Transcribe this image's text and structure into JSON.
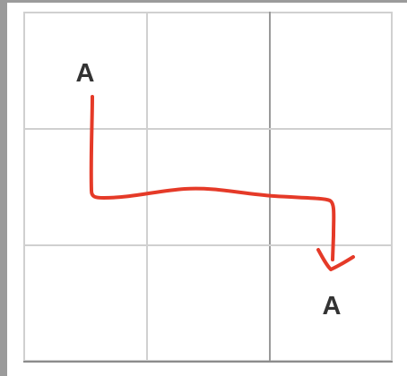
{
  "grid": {
    "rows": 3,
    "cols": 3,
    "line_color": "#d0d0d0",
    "divider_color": "#9a9a9a",
    "bottom_border_color": "#8c8c8c"
  },
  "start_marker": {
    "label": "A",
    "row": 0,
    "col": 0
  },
  "end_marker": {
    "label": "A",
    "row": 2,
    "col": 2
  },
  "path": {
    "color": "#e53a28",
    "description_from": "start_marker",
    "description_to": "end_marker"
  }
}
